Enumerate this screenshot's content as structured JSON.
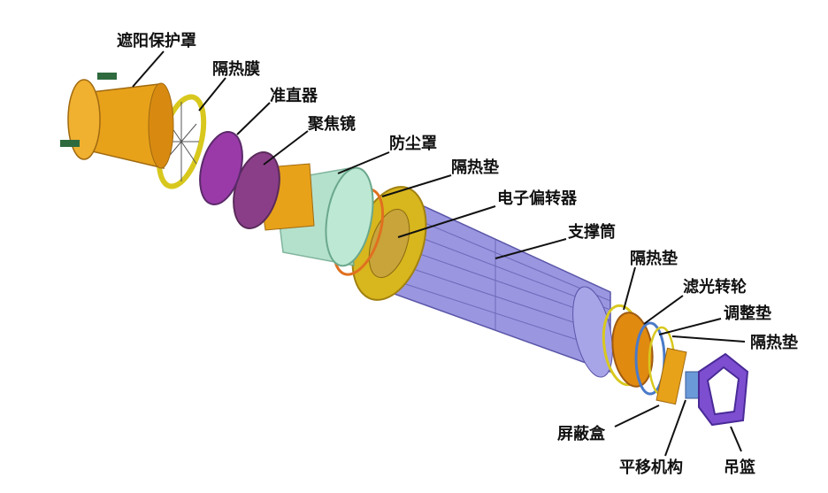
{
  "labels": {
    "sunshade": "遮阳保护罩",
    "thermal_film": "隔热膜",
    "collimator": "准直器",
    "focusing_mirror": "聚焦镜",
    "dust_cover": "防尘罩",
    "thermal_pad_1": "隔热垫",
    "electron_deflector": "电子偏转器",
    "support_tube": "支撑筒",
    "thermal_pad_2": "隔热垫",
    "filter_wheel": "滤光转轮",
    "adjust_pad": "调整垫",
    "thermal_pad_3": "隔热垫",
    "shield_box": "屏蔽盒",
    "translation_mechanism": "平移机构",
    "basket": "吊篮"
  },
  "colors": {
    "orange": "#e8a21a",
    "yellow": "#d8c81e",
    "purple": "#8a4fa8",
    "green": "#a8dcc4",
    "blue_tube": "#8a86d8",
    "basket": "#7d4fd0"
  }
}
